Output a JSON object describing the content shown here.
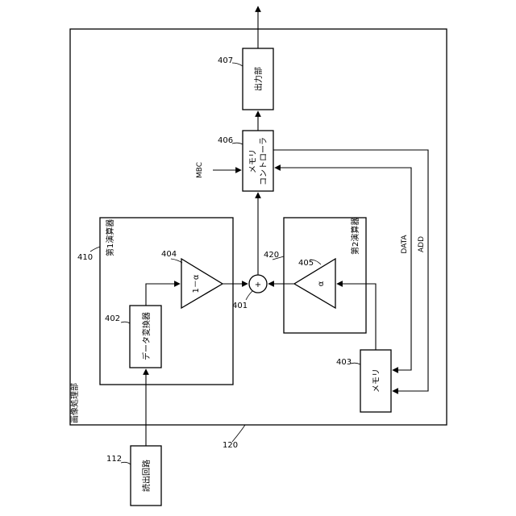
{
  "unit_image_processing": {
    "ref": "120",
    "label": "画像処理部"
  },
  "readout_circuit": {
    "ref": "112",
    "label": "読出回路"
  },
  "first_calculator": {
    "ref": "410",
    "label": "第1演算器"
  },
  "data_converter": {
    "ref": "402",
    "label": "データ変換器"
  },
  "amp_first": {
    "ref": "404",
    "label": "1－α"
  },
  "adder": {
    "ref": "401",
    "symbol": "+"
  },
  "second_calculator": {
    "ref": "420",
    "label": "第2演算器"
  },
  "amp_second": {
    "ref": "405",
    "label": "α"
  },
  "memory": {
    "ref": "403",
    "label": "メモリ"
  },
  "memory_controller": {
    "ref": "406",
    "line1": "メモリ",
    "line2": "コントローラ"
  },
  "output_unit": {
    "ref": "407",
    "label": "出力部"
  },
  "signals": {
    "mbc": "MBC",
    "data": "DATA",
    "add": "ADD"
  }
}
